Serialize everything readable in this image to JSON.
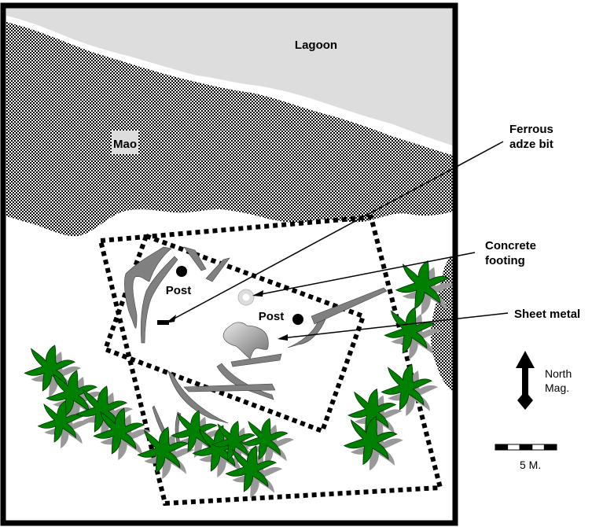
{
  "map": {
    "title_regions": {
      "lagoon": "Lagoon",
      "mao": "Mao"
    },
    "site_labels": {
      "post_1": "Post",
      "post_2": "Post"
    },
    "callouts": {
      "ferrous_line1": "Ferrous",
      "ferrous_line2": "adze bit",
      "concrete_line1": "Concrete",
      "concrete_line2": "footing",
      "sheet_metal": "Sheet metal"
    },
    "north_arrow": {
      "line1": "North",
      "line2": "Mag."
    },
    "scale_bar": {
      "label": "5 M.",
      "segments": 5
    },
    "colors": {
      "lagoon": "#dcdddc",
      "vegetation": "#008000",
      "shadow": "#999999",
      "debris": "#7f7f7f",
      "frame": "#000000"
    }
  }
}
